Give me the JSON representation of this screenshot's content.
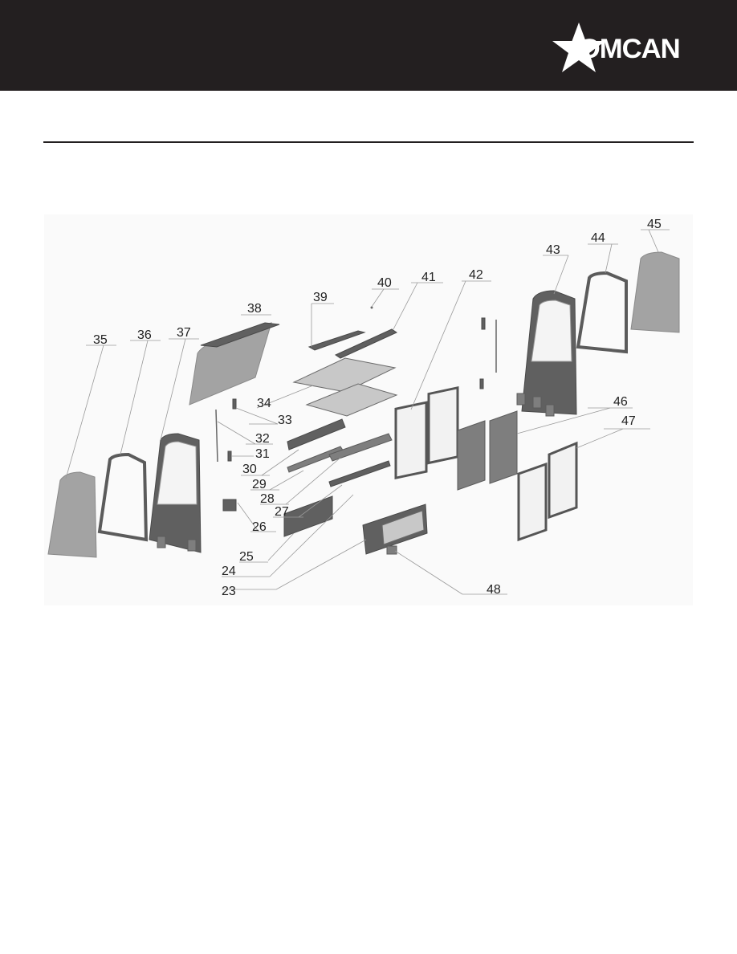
{
  "brand": {
    "name": "OMCAN",
    "logo_icon": "star-icon",
    "header_color": "#231f20"
  },
  "diagram": {
    "type": "exploded-parts-view",
    "callouts": [
      "23",
      "24",
      "25",
      "26",
      "27",
      "28",
      "29",
      "30",
      "31",
      "32",
      "33",
      "34",
      "35",
      "36",
      "37",
      "38",
      "39",
      "40",
      "41",
      "42",
      "43",
      "44",
      "45",
      "46",
      "47",
      "48"
    ]
  }
}
